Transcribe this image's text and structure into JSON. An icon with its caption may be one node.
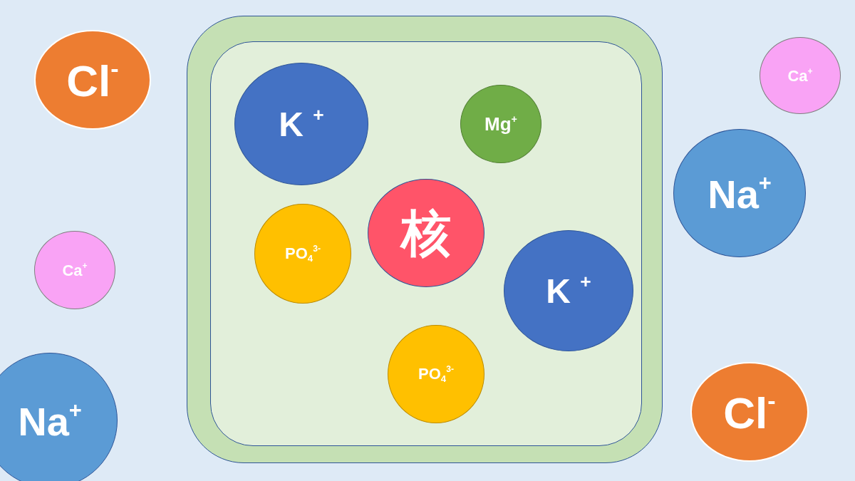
{
  "diagram": {
    "nodes": [
      {
        "text": [
          "Cl$^{-}$"
        ]
      },
      {
        "text": [],
        "shape": "box"
      },
      {
        "text": [],
        "shape": "box",
        "in": 1
      },
      {
        "text": [
          "K $^{+}$"
        ],
        "in": 2
      },
      {
        "text": [
          "Mg$^{+}$"
        ],
        "in": 2
      },
      {
        "text": [
          "PO$_{4}$$^{3-}$"
        ],
        "in": 2
      },
      {
        "text": [
          "核"
        ],
        "in": 2
      },
      {
        "text": [
          "K $^{+}$"
        ],
        "in": 2
      },
      {
        "text": [
          "PO$_{4}$$^{3-}$"
        ],
        "in": 2
      },
      {
        "text": [
          "Ca$^{+}$"
        ]
      },
      {
        "text": [
          "Na$^{+}$"
        ]
      },
      {
        "text": [
          "Ca$^{+}$"
        ]
      },
      {
        "text": [
          "Na$^{+}$"
        ]
      },
      {
        "text": [
          "Cl$^{-}$"
        ]
      }
    ]
  }
}
